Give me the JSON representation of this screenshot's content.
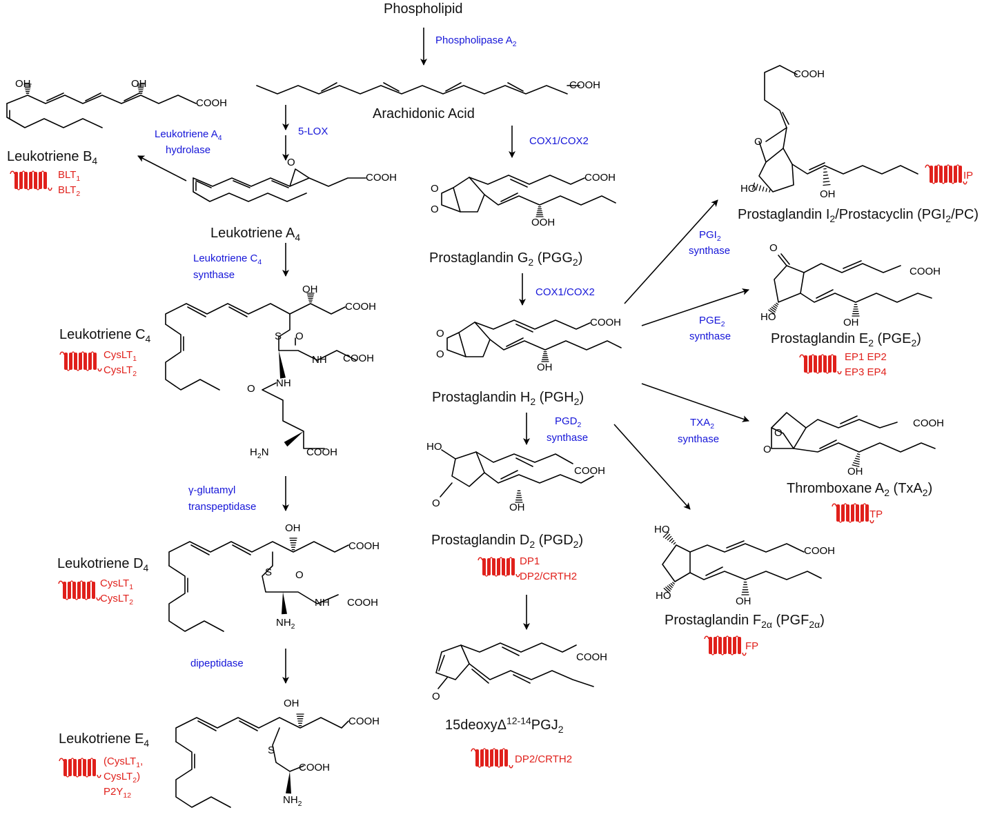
{
  "compounds": {
    "phospholipid": "Phospholipid",
    "arachidonic": "Arachidonic Acid",
    "ltb4": [
      "Leukotriene B",
      "4",
      ""
    ],
    "lta4": [
      "Leukotriene A",
      "4",
      ""
    ],
    "ltc4": [
      "Leukotriene C",
      "4",
      ""
    ],
    "ltd4": [
      "Leukotriene D",
      "4",
      ""
    ],
    "lte4": [
      "Leukotriene E",
      "4",
      ""
    ],
    "pgg2": [
      "Prostaglandin G",
      "2",
      " (PGG",
      "2",
      ")"
    ],
    "pgh2": [
      "Prostaglandin H",
      "2",
      " (PGH",
      "2",
      ")"
    ],
    "pgd2": [
      "Prostaglandin D",
      "2",
      " (PGD",
      "2",
      ")"
    ],
    "pgj2": [
      "15deoxyΔ",
      "12-14",
      "PGJ",
      "2",
      ""
    ],
    "pgi2": [
      "Prostaglandin I",
      "2",
      "/Prostacyclin (PGI",
      "2",
      "/PC)"
    ],
    "pge2": [
      "Prostaglandin E",
      "2",
      " (PGE",
      "2",
      ")"
    ],
    "txa2": [
      "Thromboxane A",
      "2",
      " (TxA",
      "2",
      ")"
    ],
    "pgf2a": [
      "Prostaglandin F",
      "2α",
      " (PGF",
      "2α",
      ")"
    ]
  },
  "enzymes": {
    "pla2": [
      "Phospholipase A",
      "2",
      ""
    ],
    "lox5": "5-LOX",
    "lta4h_1": [
      "Leukotriene A",
      "4",
      ""
    ],
    "lta4h_2": "hydrolase",
    "ltc4s_1": [
      "Leukotriene C",
      "4",
      ""
    ],
    "ltc4s_2": "synthase",
    "ggt_1": "γ-glutamyl",
    "ggt_2": "transpeptidase",
    "dipep": "dipeptidase",
    "cox_a": "COX1/COX2",
    "cox_b": "COX1/COX2",
    "pgd2s_1": [
      "PGD",
      "2",
      ""
    ],
    "pgd2s_2": "synthase",
    "pgi2s_1": [
      "PGI",
      "2",
      ""
    ],
    "pgi2s_2": "synthase",
    "pge2s_1": [
      "PGE",
      "2",
      ""
    ],
    "pge2s_2": "synthase",
    "txa2s_1": [
      "TXA",
      "2",
      ""
    ],
    "txa2s_2": "synthase"
  },
  "receptors": {
    "ltb4": [
      [
        "BLT",
        "1",
        ""
      ],
      [
        "BLT",
        "2",
        ""
      ]
    ],
    "ltc4": [
      [
        "CysLT",
        "1",
        ""
      ],
      [
        "CysLT",
        "2",
        ""
      ]
    ],
    "ltd4": [
      [
        "CysLT",
        "1",
        ""
      ],
      [
        "CysLT",
        "2",
        ""
      ]
    ],
    "lte4": [
      [
        "(CysLT",
        "1",
        ","
      ],
      [
        "CysLT",
        "2",
        ")"
      ],
      [
        "P2Y",
        "12",
        ""
      ]
    ],
    "pgd2": [
      "DP1",
      "DP2/CRTH2"
    ],
    "pgj2": [
      "DP2/CRTH2"
    ],
    "pgi2": [
      "IP"
    ],
    "pge2": [
      "EP1 EP2",
      "EP3 EP4"
    ],
    "txa2": [
      "TP"
    ],
    "pgf2a": [
      "FP"
    ]
  },
  "groups": {
    "cooh": "COOH",
    "oh": "OH",
    "ho": "HO",
    "ooh": "OOH",
    "o": "O",
    "s": "S",
    "nh": "NH",
    "h": "H",
    "n": "N",
    "nh2": [
      "NH",
      "2",
      ""
    ],
    "h2n": [
      "H",
      "2",
      "N"
    ]
  },
  "colors": {
    "enzyme": "#1515d8",
    "receptor": "#e0201b",
    "structure": "#000000"
  }
}
